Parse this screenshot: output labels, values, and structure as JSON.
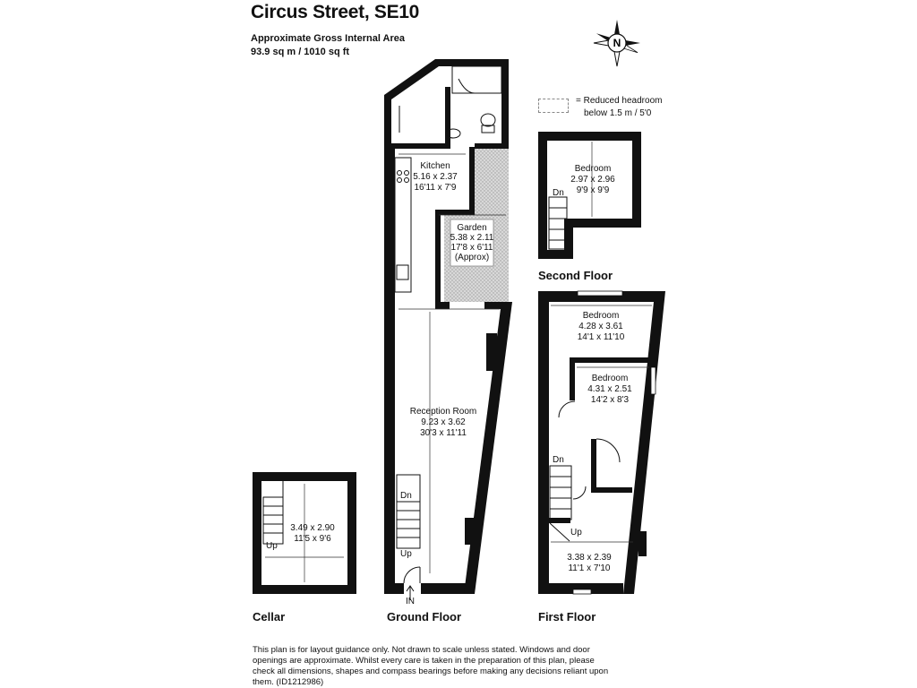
{
  "header": {
    "title": "Circus Street, SE10",
    "area_label": "Approximate Gross Internal Area",
    "area_value": "93.9 sq m / 1010 sq ft"
  },
  "compass": {
    "label": "N",
    "icon": "compass-north-icon"
  },
  "legend": {
    "line1": "= Reduced headroom",
    "line2": "below 1.5 m / 5'0"
  },
  "floors": {
    "cellar": {
      "label": "Cellar"
    },
    "ground": {
      "label": "Ground Floor"
    },
    "first": {
      "label": "First Floor"
    },
    "second": {
      "label": "Second Floor"
    }
  },
  "rooms": {
    "kitchen": {
      "name": "Kitchen",
      "metric": "5.16 x 2.37",
      "imperial": "16'11 x 7'9"
    },
    "garden": {
      "name": "Garden",
      "metric": "5.38 x 2.11",
      "imperial": "17'8 x 6'11",
      "note": "(Approx)"
    },
    "reception": {
      "name": "Reception Room",
      "metric": "9.23 x 3.62",
      "imperial": "30'3 x 11'11"
    },
    "cellar_room": {
      "metric": "3.49 x 2.90",
      "imperial": "11'5 x 9'6"
    },
    "second_bedroom": {
      "name": "Bedroom",
      "metric": "2.97 x 2.96",
      "imperial": "9'9 x 9'9"
    },
    "first_bedroom_a": {
      "name": "Bedroom",
      "metric": "4.28 x 3.61",
      "imperial": "14'1 x 11'10"
    },
    "first_bedroom_b": {
      "name": "Bedroom",
      "metric": "4.31 x 2.51",
      "imperial": "14'2 x 8'3"
    },
    "first_front": {
      "metric": "3.38 x 2.39",
      "imperial": "11'1 x 7'10"
    }
  },
  "stairs": {
    "up": "Up",
    "dn": "Dn",
    "in": "IN"
  },
  "disclaimer": {
    "text": "This plan is for layout guidance only. Not drawn to scale unless stated. Windows and door openings are approximate. Whilst every care is taken in the preparation of this plan, please check all dimensions, shapes and compass bearings before making any decisions reliant upon them. (ID1212986)"
  }
}
